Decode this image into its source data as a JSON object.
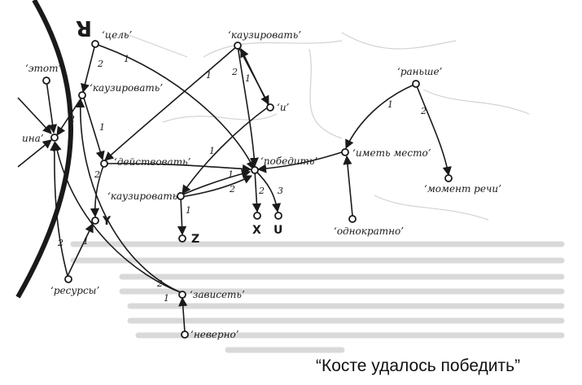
{
  "caption": "“Косте удалось победить”",
  "region_label": "R",
  "colors": {
    "ink": "#1a1a1a",
    "ghost": "#c9c9c9"
  },
  "nodes": {
    "tsel": "‘цель’",
    "etot": "‘этот’",
    "kauz1": "‘каузировать’",
    "ina": "ина’",
    "kauz_top": "‘каузировать’",
    "i": "‘и’",
    "deistvovat": "‘действовать’",
    "pobedit": "‘победить’",
    "ranshe": "‘раньше’",
    "imet_mesto": "‘иметь место’",
    "moment_rechi": "‘момент речи’",
    "kauz2": "‘каузировать’",
    "odnokratno": "‘однократно’",
    "resursy": "‘ресурсы’",
    "zaviset": "‘зависеть’",
    "neverno": "‘неверно’"
  },
  "variables": {
    "y": "Y",
    "z": "Z",
    "x": "X",
    "u": "U"
  }
}
